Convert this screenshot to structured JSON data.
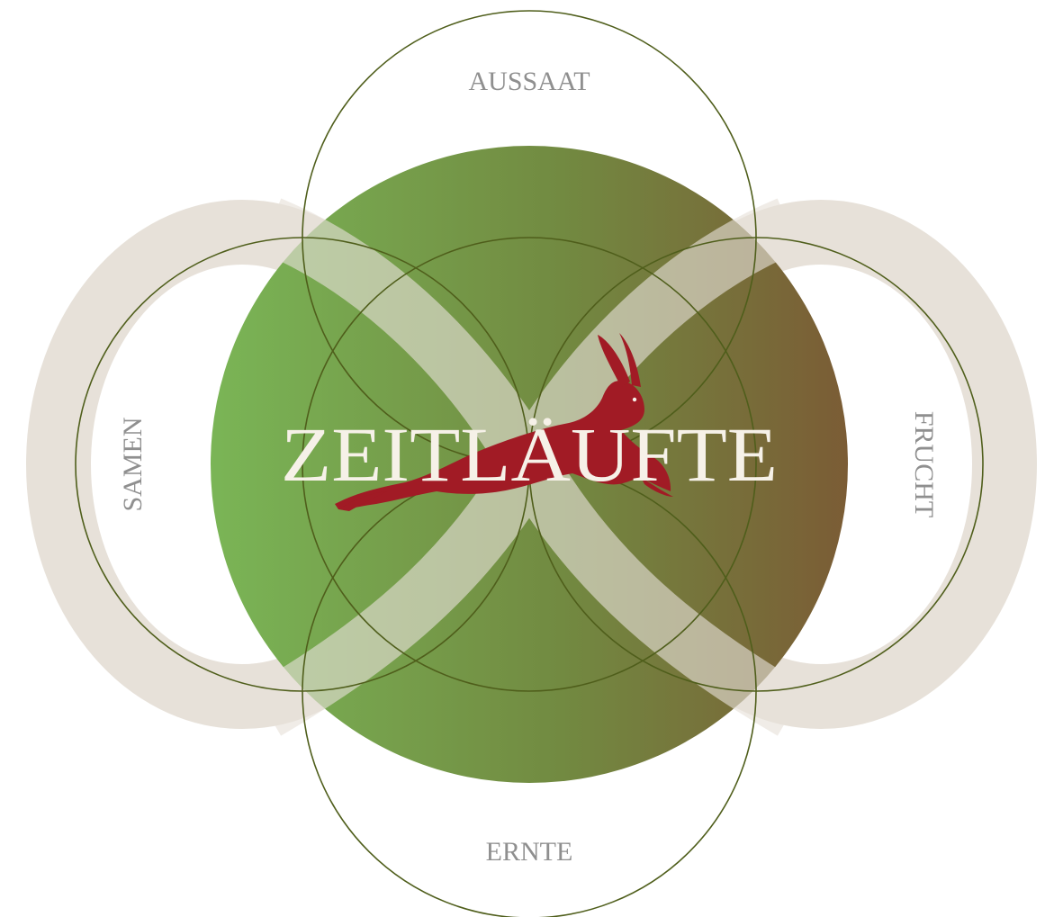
{
  "diagram": {
    "title": "ZEITLÄUFTE",
    "labels": {
      "top": "AUSSAAT",
      "left": "SAMEN",
      "right": "FRUCHT",
      "bottom": "ERNTE"
    },
    "logo": "hare-icon"
  },
  "colors": {
    "gradient_start": "#7ab556",
    "gradient_mid": "#6e8a40",
    "gradient_end": "#7b5c35",
    "beige": "#e7e1d9",
    "outline": "#4f5e1b",
    "hare": "#a11b25",
    "title": "#f6f1e8",
    "label": "#8f8f8f"
  }
}
